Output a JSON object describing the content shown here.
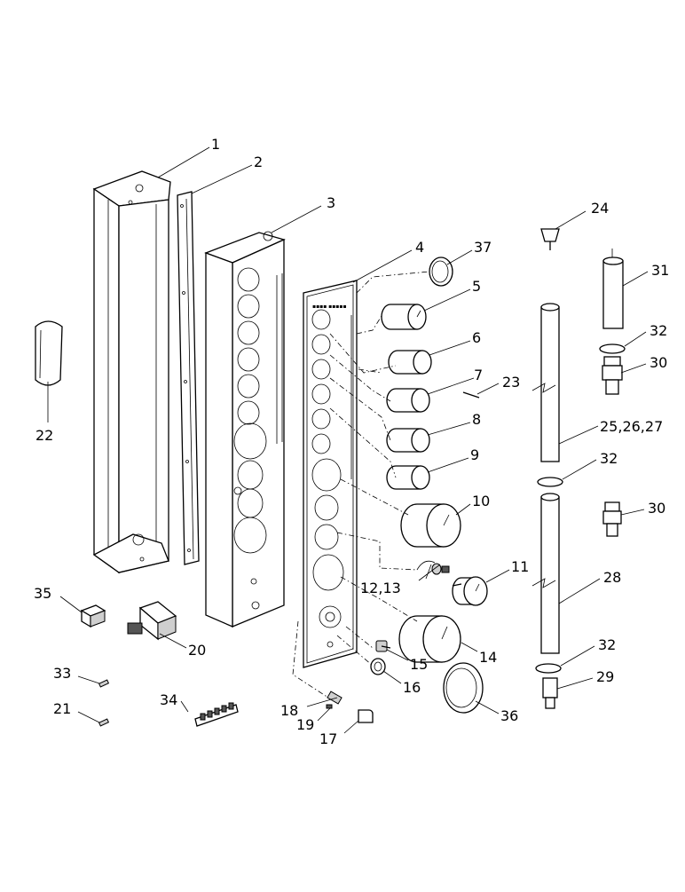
{
  "diagram": {
    "callouts": {
      "c1": "1",
      "c2": "2",
      "c3": "3",
      "c4": "4",
      "c5": "5",
      "c6": "6",
      "c7": "7",
      "c8": "8",
      "c9": "9",
      "c10": "10",
      "c11": "11",
      "c12_13": "12,13",
      "c14": "14",
      "c15": "15",
      "c16": "16",
      "c17": "17",
      "c18": "18",
      "c19": "19",
      "c20": "20",
      "c21": "21",
      "c22": "22",
      "c23": "23",
      "c24": "24",
      "c25_27": "25,26,27",
      "c28": "28",
      "c29": "29",
      "c30a": "30",
      "c30b": "30",
      "c31": "31",
      "c32a": "32",
      "c32b": "32",
      "c32c": "32",
      "c33": "33",
      "c34": "34",
      "c35": "35",
      "c36": "36",
      "c37": "37"
    }
  }
}
